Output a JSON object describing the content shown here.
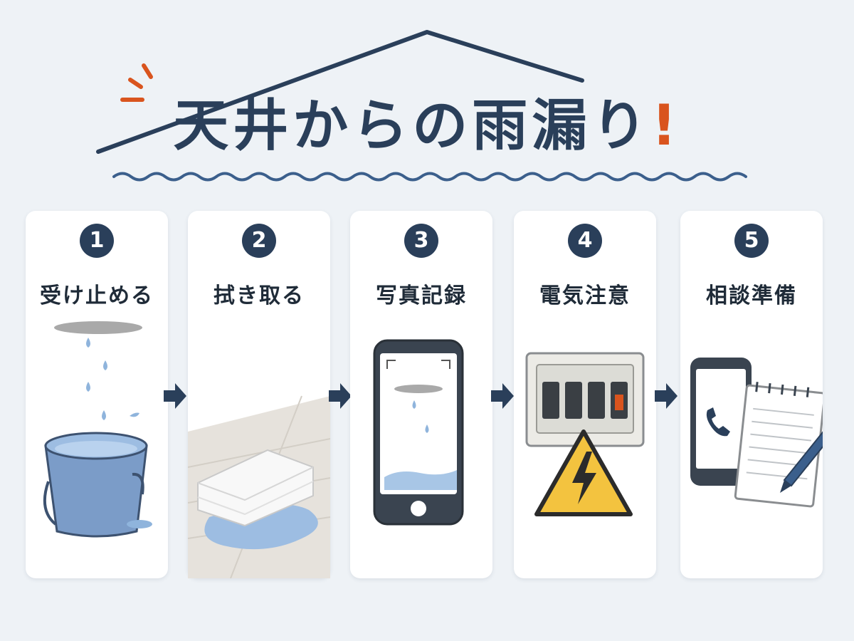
{
  "title": {
    "main": "天井からの雨漏り",
    "exclaim": "!"
  },
  "steps": [
    {
      "number": "1",
      "label": "受け止める",
      "icon": "bucket-icon"
    },
    {
      "number": "2",
      "label": "拭き取る",
      "icon": "towel-icon"
    },
    {
      "number": "3",
      "label": "写真記録",
      "icon": "smartphone-camera-icon"
    },
    {
      "number": "4",
      "label": "電気注意",
      "icon": "breaker-warning-icon"
    },
    {
      "number": "5",
      "label": "相談準備",
      "icon": "phone-notepad-icon"
    }
  ],
  "colors": {
    "navy": "#2a3f5a",
    "accent_orange": "#d9541e",
    "water_blue": "#8fb4dc",
    "warning_yellow": "#f3c33f",
    "background": "#eef2f6"
  }
}
